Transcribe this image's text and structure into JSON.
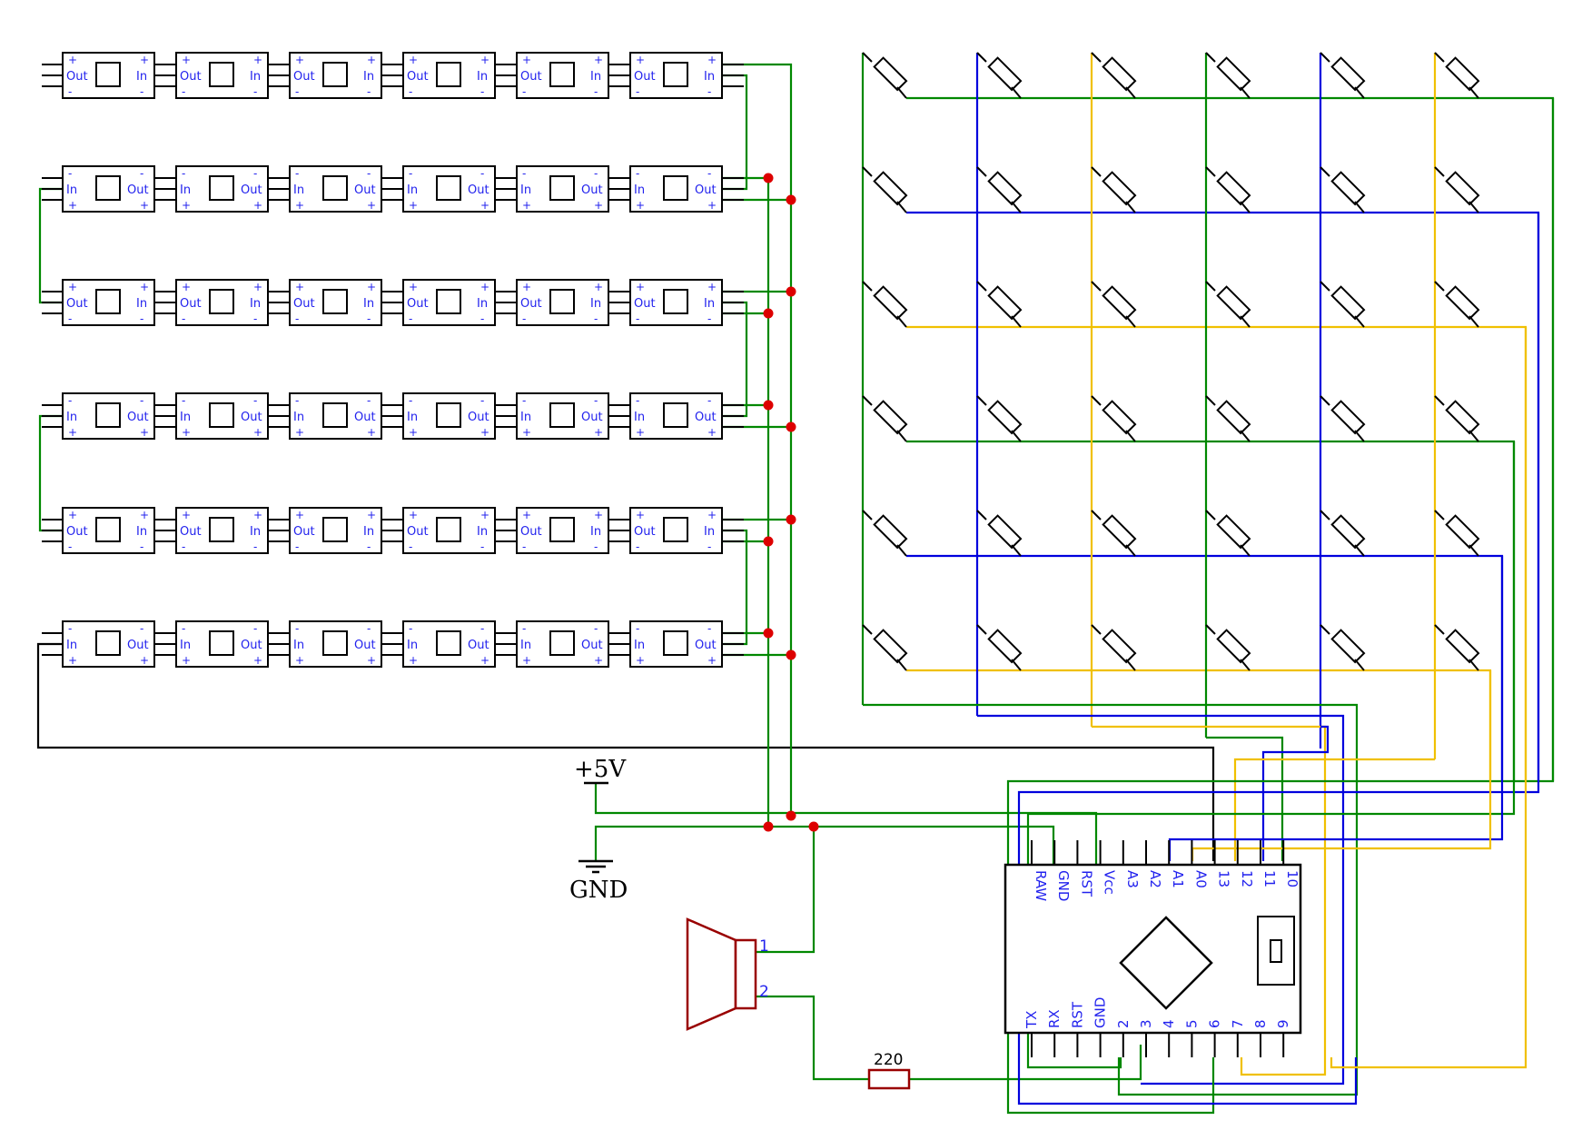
{
  "colors": {
    "wire_green": "#008800",
    "wire_blue": "#0000dd",
    "wire_yellow": "#f0c000",
    "wire_black": "#000000",
    "junction": "#dd0000",
    "label_blue": "#2222ee",
    "speaker": "#990000"
  },
  "led_strip": {
    "rows": 6,
    "cols": 6,
    "label_in": "In",
    "label_out": "Out",
    "label_plus": "+",
    "label_minus": "-"
  },
  "power": {
    "vcc_label": "+5V",
    "gnd_label": "GND"
  },
  "arduino": {
    "top_pins": [
      "RAW",
      "GND",
      "RST",
      "Vcc",
      "A3",
      "A2",
      "A1",
      "A0",
      "13",
      "12",
      "11",
      "10"
    ],
    "bottom_pins": [
      "TX",
      "RX",
      "RST",
      "GND",
      "2",
      "3",
      "4",
      "5",
      "6",
      "7",
      "8",
      "9"
    ]
  },
  "speaker": {
    "pin1": "1",
    "pin2": "2"
  },
  "resistor": {
    "value": "220"
  },
  "button_matrix": {
    "rows": 6,
    "cols": 6,
    "col_colors": [
      "green",
      "blue",
      "yellow",
      "green",
      "blue",
      "yellow"
    ],
    "row_colors": [
      "green",
      "blue",
      "yellow",
      "green",
      "blue",
      "yellow"
    ]
  }
}
